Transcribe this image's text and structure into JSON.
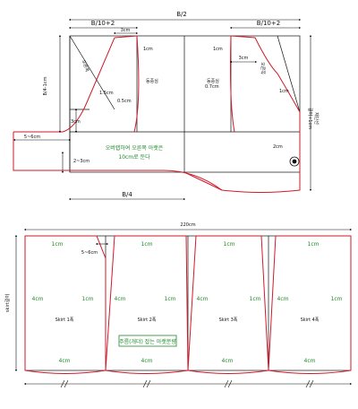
{
  "colors": {
    "ink": "#111111",
    "pattern_line": "#d11a2a",
    "note_text": "#1f8a2a",
    "background": "#ffffff"
  },
  "bodice": {
    "top_width": "B/2",
    "left_top_segment": "B/10+2",
    "right_top_segment": "B/10+2",
    "left_neck_width": "3cm",
    "right_neck_width": "3cm",
    "left_neck_drop": "1cm",
    "right_neck_drop": "1cm",
    "left_side_height": "B/4-1cm",
    "left_shoulder_label": "오른쪽",
    "right_shoulder_label": "오른쪽",
    "left_armhole_depth": "1.5cm",
    "left_curve_depth": "0.5cm",
    "left_center_label": "등중심",
    "right_armhole_depth": "0.7cm",
    "right_curve_label": "등중심",
    "right_curve_depth": "1cm",
    "armhole_depth": "3cm",
    "sleeve_ext": "5~6cm",
    "center_note_line1": "오버랩하여 오른쪽 아랫은",
    "center_note_line2": "10cm로 둔다",
    "hem_ease": "2~3cm",
    "bottom_width": "B/4",
    "right_side_length_line1": "재단선",
    "right_side_length_line2": "길이+1cm",
    "front_neck_drop": "2cm"
  },
  "skirt": {
    "total_width": "220cm",
    "side_length_label": "skirt길이",
    "extension": "5~6cm",
    "top_margins": [
      "1cm",
      "1cm",
      "1cm",
      "1cm"
    ],
    "left_margins": [
      "4cm",
      "4cm",
      "4cm",
      "4cm"
    ],
    "right_margins": [
      "1cm",
      "1cm",
      "1cm",
      "1cm"
    ],
    "bottom_margins": [
      "4cm",
      "4cm",
      "4cm",
      "4cm"
    ],
    "panel_labels": [
      "Skirt 1폭",
      "Skirt 2폭",
      "Skirt 3폭",
      "Skirt 4폭"
    ],
    "note": "주름(개더) 잡는 아랫분량"
  }
}
